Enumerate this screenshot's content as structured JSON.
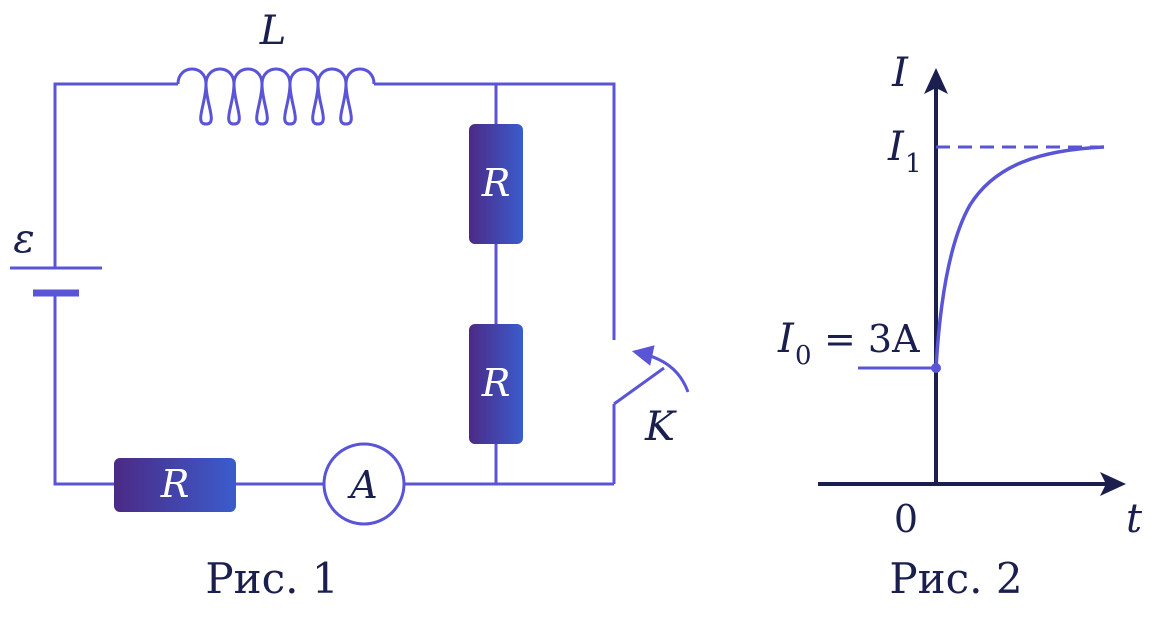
{
  "figure1": {
    "caption": "Рис. 1",
    "inductor_label": "L",
    "emf_label": "ε",
    "resistor_label": "R",
    "ammeter_label": "A",
    "switch_label": "K"
  },
  "figure2": {
    "caption": "Рис. 2",
    "y_axis_label": "I",
    "x_axis_label": "t",
    "origin_label": "0",
    "i1_label_main": "I",
    "i1_label_sub": "1",
    "i0_label_main": "I",
    "i0_label_sub": "0",
    "i0_value": "= 3A"
  },
  "colors": {
    "wire": "#5a55d6",
    "text": "#1a1f4e",
    "resistor_start": "#4a2a8a",
    "resistor_end": "#3a5fd0"
  }
}
